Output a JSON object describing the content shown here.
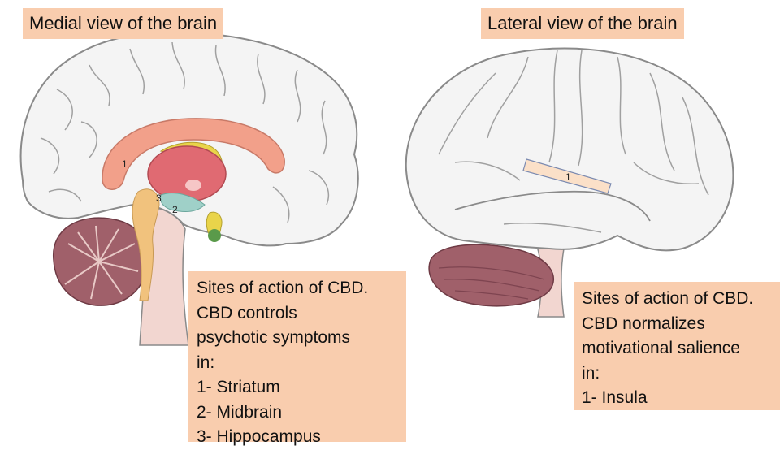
{
  "medial": {
    "title": "Medial view of the brain",
    "note_lines": [
      "Sites of action of CBD.",
      "CBD controls",
      "psychotic symptoms",
      "in:",
      "1- Striatum",
      "2- Midbrain",
      "3- Hippocampus"
    ],
    "markers": [
      "1",
      "2",
      "3"
    ]
  },
  "lateral": {
    "title": "Lateral view of the brain",
    "note_lines": [
      "Sites of action of CBD.",
      "CBD normalizes",
      "motivational salience",
      "in:",
      "1- Insula"
    ],
    "markers": [
      "1"
    ]
  },
  "colors": {
    "label_background": "#f9cdae",
    "cortex": "#f4f4f4",
    "cortex_outline": "#8a8a8a",
    "cerebellum": "#a0606a",
    "brainstem": "#f2d6d0",
    "striatum": "#f2a08a",
    "thalamus": "#e06a72",
    "hippocampus": "#f1c27d",
    "insula": "#fbe0c8"
  }
}
